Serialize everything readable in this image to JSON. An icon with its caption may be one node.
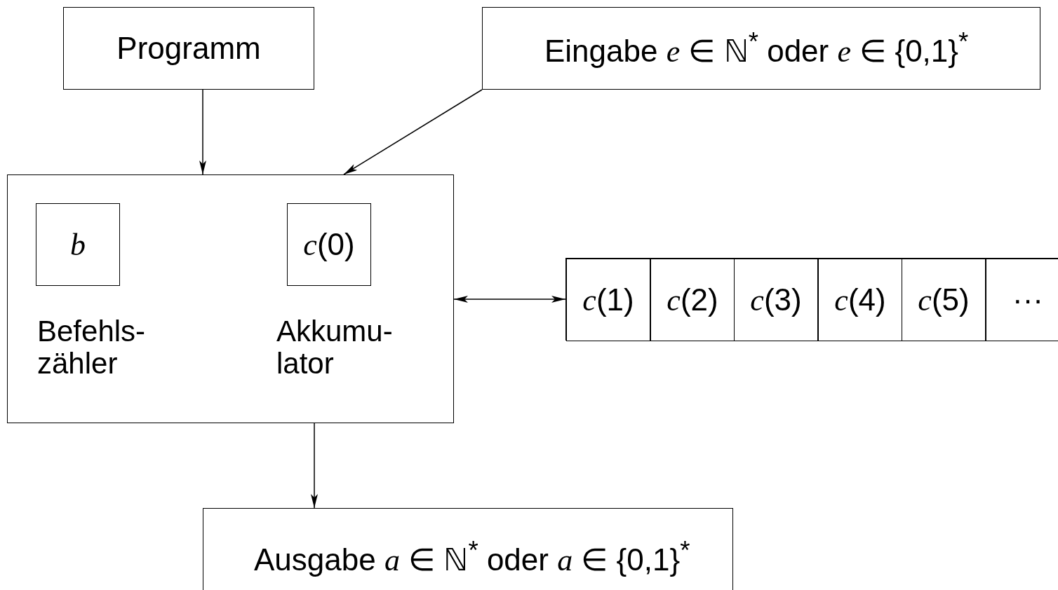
{
  "diagram": {
    "nodes": [
      {
        "text": [
          "Programm"
        ]
      },
      {
        "text": [
          "Eingabe *e* ∈ ℕ$^{*}$ oder *e* ∈ {0,1}$^{*}$"
        ]
      },
      {
        "text": [],
        "shape": "box"
      },
      {
        "text": [
          "*b*"
        ],
        "in": 2,
        "beside": [
          "Befehls- zähler"
        ]
      },
      {
        "text": [
          "*c*(0)"
        ],
        "in": 2,
        "beside": [
          "Akkumu- lator"
        ]
      },
      {
        "text": [],
        "shape": "box"
      },
      {
        "text": [
          "*c*(1)"
        ],
        "in": 5
      },
      {
        "text": [
          "*c*(2)"
        ],
        "in": 5
      },
      {
        "text": [
          "*c*(3)"
        ],
        "in": 5
      },
      {
        "text": [
          "*c*(4)"
        ],
        "in": 5
      },
      {
        "text": [
          "*c*(5)"
        ],
        "in": 5
      },
      {
        "text": [
          "···"
        ],
        "in": 5
      },
      {
        "text": [
          "Ausgabe *a* ∈ ℕ$^{*}$ oder *a* ∈ {0,1}$^{*}$"
        ]
      }
    ],
    "edges": [
      {
        "from": 0,
        "to": 2,
        "arrow": "to"
      },
      {
        "from": 1,
        "to": 2,
        "arrow": "to"
      },
      {
        "from": 2,
        "to": 5,
        "arrow": "both"
      },
      {
        "from": 2,
        "to": 12,
        "arrow": "to"
      }
    ]
  }
}
